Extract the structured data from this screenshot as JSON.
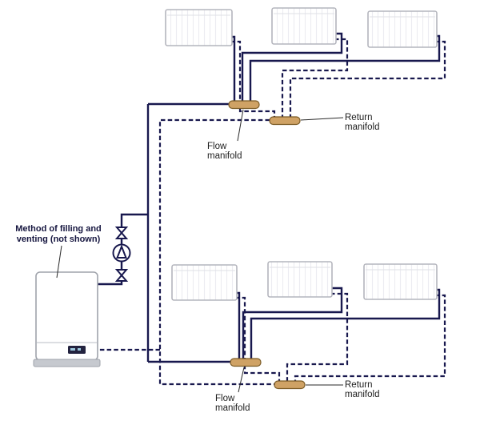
{
  "labels": {
    "method_of_filling": {
      "line1": "Method of filling and",
      "line2": "venting (not shown)"
    },
    "flow_manifold_top": {
      "line1": "Flow",
      "line2": "manifold"
    },
    "return_manifold_top": {
      "line1": "Return",
      "line2": "manifold"
    },
    "flow_manifold_bottom": {
      "line1": "Flow",
      "line2": "manifold"
    },
    "return_manifold_bottom": {
      "line1": "Return",
      "line2": "manifold"
    }
  },
  "colors": {
    "background": "#ffffff",
    "pipe": "#18184e",
    "manifold_fill": "#cfa265",
    "manifold_stroke": "#7c5c26",
    "radiator_stroke": "#b4b5bd",
    "boiler_stroke": "#9fa3ab",
    "label_text": "#1c1c1c"
  }
}
